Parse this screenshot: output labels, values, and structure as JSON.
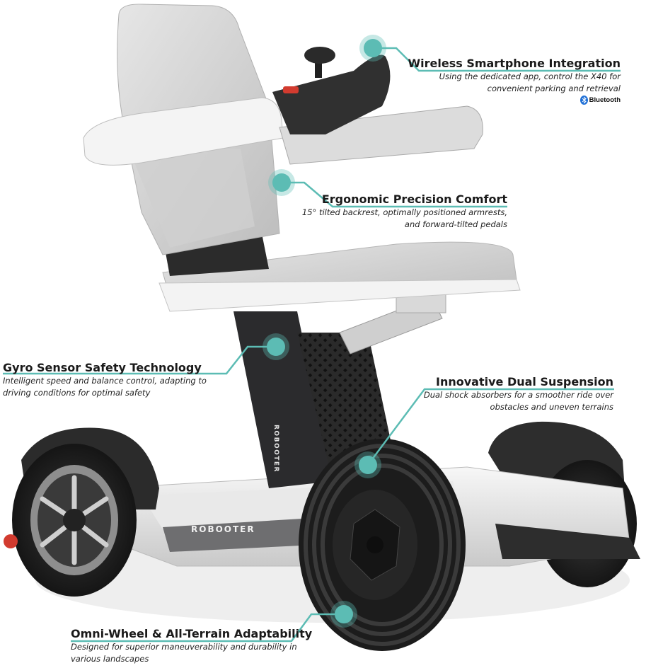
{
  "product": {
    "brand_marks": [
      "ROBOOTER",
      "ROBOOTER"
    ]
  },
  "colors": {
    "accent_teal": "#5cbcb4",
    "frame_dark": "#2b2b2d",
    "seat_grey": "#d8d8d8",
    "body_white": "#f2f2f2",
    "text": "#1a1a1a"
  },
  "callouts": {
    "wireless": {
      "title": "Wireless Smartphone Integration",
      "desc": "Using the dedicated app, control the X40 for convenient parking and retrieval",
      "badge_icon": "bluetooth-icon",
      "badge": "Bluetooth"
    },
    "ergonomic": {
      "title": "Ergonomic Precision Comfort",
      "desc": "15° tilted backrest, optimally positioned armrests, and forward-tilted pedals"
    },
    "gyro": {
      "title": "Gyro Sensor Safety Technology",
      "desc": "Intelligent speed and balance control, adapting to driving conditions for optimal safety"
    },
    "dual": {
      "title": "Innovative Dual Suspension",
      "desc": "Dual shock absorbers for a smoother ride over obstacles and uneven terrains"
    },
    "omni": {
      "title": "Omni-Wheel & All-Terrain Adaptability",
      "desc": "Designed for superior maneuverability and durability in various landscapes"
    }
  }
}
